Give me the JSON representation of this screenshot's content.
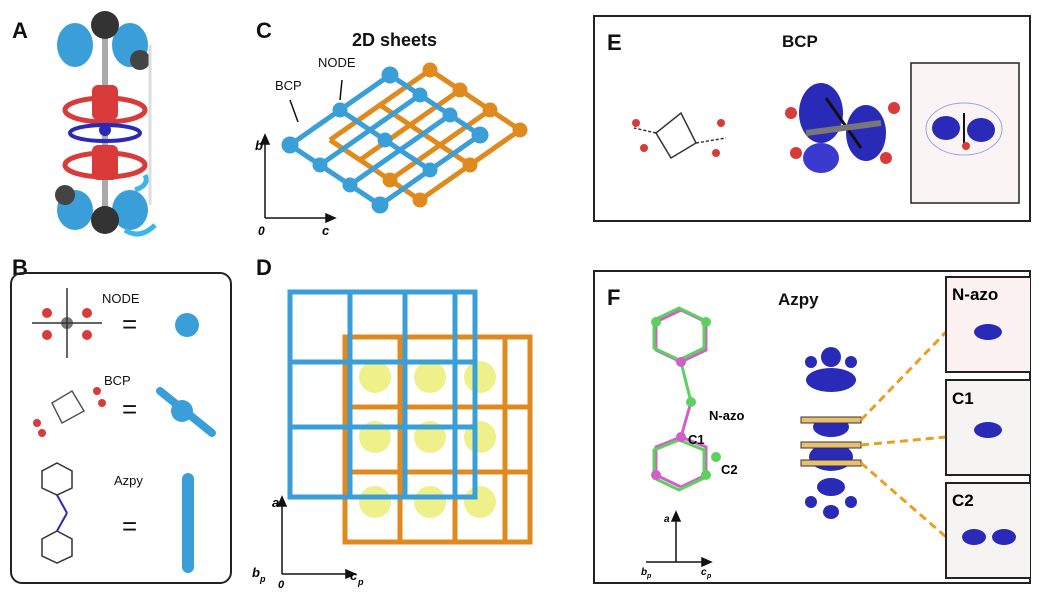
{
  "panels": {
    "a": {
      "letter": "A"
    },
    "b": {
      "letter": "B",
      "node_label": "NODE",
      "bcp_label": "BCP",
      "azpy_label": "Azpy",
      "equals": "="
    },
    "c": {
      "letter": "C",
      "title": "2D sheets",
      "bcp_label": "BCP",
      "node_label": "NODE",
      "axis_b": "b",
      "axis_c": "c",
      "origin": "0"
    },
    "d": {
      "letter": "D",
      "axis_a": "a",
      "axis_b": "b",
      "axis_b_sub": "p",
      "axis_c": "c",
      "axis_c_sub": "p",
      "origin": "0"
    },
    "e": {
      "letter": "E",
      "title": "BCP"
    },
    "f": {
      "letter": "F",
      "title": "Azpy",
      "n_azo": "N-azo",
      "c1": "C1",
      "c2": "C2",
      "inset_n_azo": "N-azo",
      "inset_c1": "C1",
      "inset_c2": "C2",
      "axis_a": "a",
      "axis_b": "b",
      "axis_b_sub": "p",
      "axis_c": "c",
      "axis_c_sub": "p"
    }
  },
  "colors": {
    "blue": "#3a9fd8",
    "orange": "#e08a1e",
    "red": "#d93a3a",
    "navy": "#2a2ab8",
    "yellow": "#eef08a",
    "green": "#5ed05e",
    "magenta": "#d060c8"
  }
}
